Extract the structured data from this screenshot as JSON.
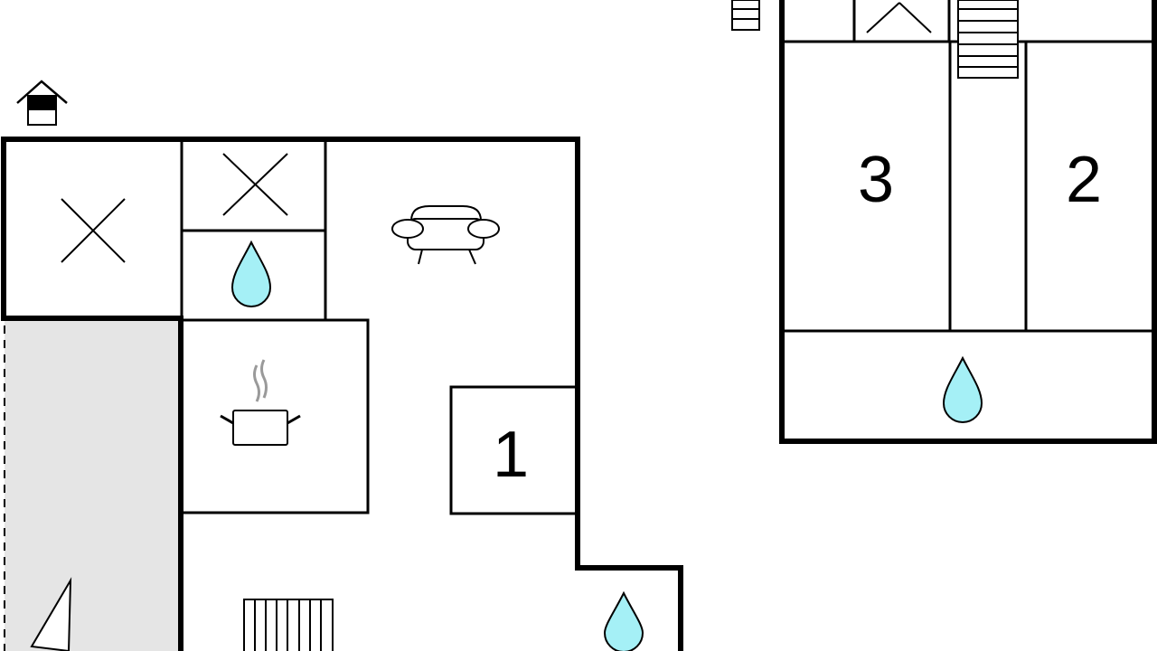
{
  "plan": {
    "colors": {
      "wall": "#000000",
      "water": "#a5f0f6",
      "terrace": "#e5e5e5",
      "steam": "#9a9a9a",
      "background": "#ffffff"
    },
    "rooms": [
      {
        "id": "bedroom-1",
        "label": "1"
      },
      {
        "id": "bedroom-2",
        "label": "2"
      },
      {
        "id": "bedroom-3",
        "label": "3"
      }
    ],
    "icons": [
      "entrance-icon",
      "floor-level-icon",
      "unused-room-x-icon",
      "water-drop-icon",
      "sofa-icon",
      "cooking-pot-icon",
      "stairs-icon",
      "north-arrow-icon"
    ]
  }
}
